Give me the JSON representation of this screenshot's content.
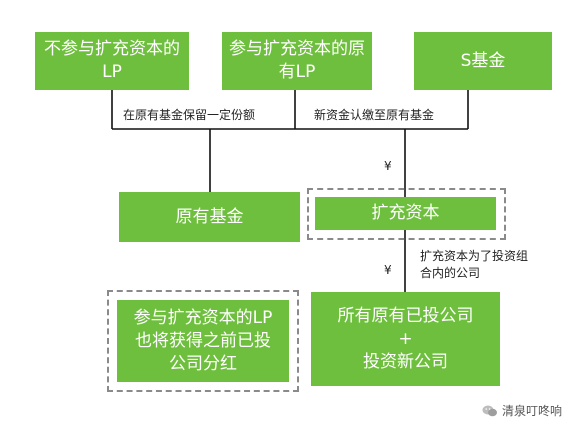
{
  "boxes": {
    "lp_not_participating": "不参与扩充资本的\nLP",
    "lp_participating": "参与扩充资本的原\n有LP",
    "s_fund": "S基金",
    "original_fund": "原有基金",
    "expanded_capital": "扩充资本",
    "lp_participating_note": "参与扩充资本的LP\n也将获得之前已投\n公司分红",
    "portfolio": "所有原有已投公司\n+\n投资新公司"
  },
  "labels": {
    "retain_share": "在原有基金保留一定份额",
    "new_capital": "新资金认缴至原有基金",
    "yen1": "¥",
    "yen2": "¥",
    "invest_note": "扩充资本为了投资组\n合内的公司"
  },
  "watermark": {
    "text": "清泉叮咚响"
  },
  "colors": {
    "box_green": "#6fbf3f",
    "dash_gray": "#8a8a8a",
    "line": "#111111"
  }
}
